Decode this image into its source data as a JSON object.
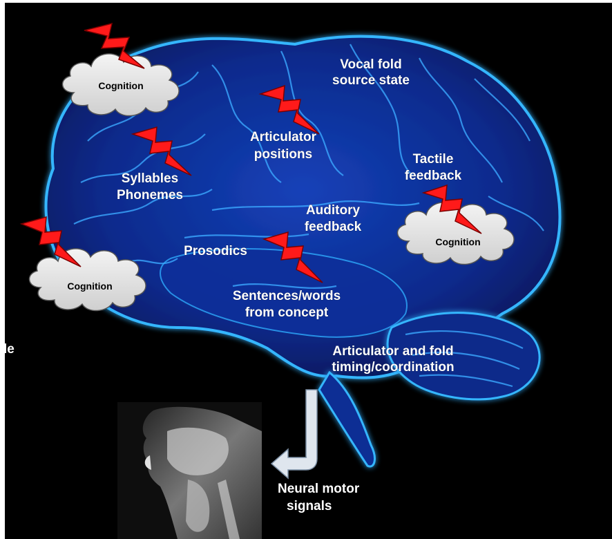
{
  "labels": {
    "vocal_fold_1": "Vocal fold",
    "vocal_fold_2": "source state",
    "articulator_pos_1": "Articulator",
    "articulator_pos_2": "positions",
    "tactile_1": "Tactile",
    "tactile_2": "feedback",
    "syllables_1": "Syllables",
    "syllables_2": "Phonemes",
    "auditory_1": "Auditory",
    "auditory_2": "feedback",
    "prosodics": "Prosodics",
    "sentences_1": "Sentences/words",
    "sentences_2": "from concept",
    "timing_1": "Articulator and fold",
    "timing_2": "timing/coordination",
    "neural_1": "Neural motor",
    "neural_2": "signals",
    "edge_fragment": "le"
  },
  "clouds": [
    {
      "id": "cloud-top-left",
      "label": "Cognition"
    },
    {
      "id": "cloud-right",
      "label": "Cognition"
    },
    {
      "id": "cloud-bottom-left",
      "label": "Cognition"
    }
  ],
  "icons": {
    "lightning": "lightning-bolt-icon",
    "cloud": "thought-cloud-icon",
    "arrow": "down-then-left-arrow-icon"
  },
  "colors": {
    "background": "#000000",
    "brain_glow": "#3aa0ff",
    "brain_fill": "#0a2a8a",
    "bolt_fill": "#ff1a1a",
    "bolt_stroke": "#7a0000",
    "cloud_fill": "#e6e6e6",
    "arrow_fill": "#dfe6ee"
  }
}
